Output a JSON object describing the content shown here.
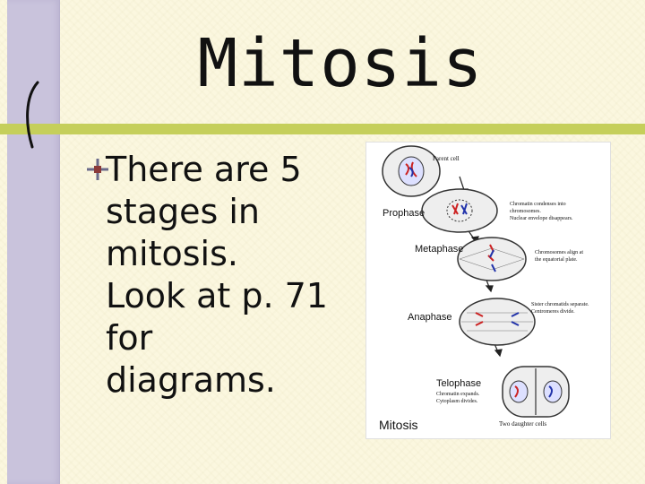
{
  "slide": {
    "title": "Mitosis",
    "body_lines": [
      "There are 5",
      "stages in",
      "mitosis.",
      "Look at p. 71",
      "for",
      "diagrams."
    ]
  },
  "diagram": {
    "caption": "Mitosis",
    "top_cell_label": "Parent cell",
    "phases": [
      {
        "name": "Prophase",
        "notes": [
          "Chromatin condenses into",
          "chromosomes.",
          "Nuclear envelope disappears."
        ]
      },
      {
        "name": "Metaphase",
        "notes": [
          "Chromosomes align at",
          "the equatorial plate."
        ]
      },
      {
        "name": "Anaphase",
        "notes": [
          "Sister chromatids separate.",
          "Centromeres divide."
        ]
      },
      {
        "name": "Telophase",
        "notes": [
          "Chromatin expands.",
          "Cytoplasm divides."
        ]
      }
    ],
    "bottom_label": "Two daughter cells"
  },
  "colors": {
    "background": "#fbf7df",
    "left_band": "#c9c3dc",
    "divider": "#c5cf5b",
    "chromosome_red": "#cc2222",
    "chromosome_blue": "#2233aa"
  }
}
